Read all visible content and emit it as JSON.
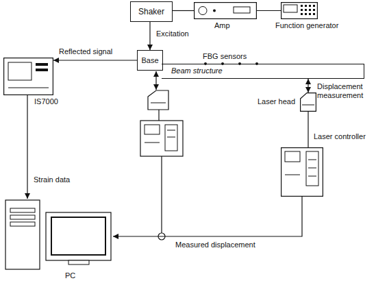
{
  "diagram": {
    "nodes": [
      {
        "text": [
          "Shaker"
        ]
      },
      {
        "text": [
          "Amp"
        ]
      },
      {
        "text": [
          "Function generator"
        ]
      },
      {
        "text": [
          "Base"
        ]
      },
      {
        "text": [
          "FBG sensors",
          "Beam structure"
        ]
      },
      {
        "text": [
          "IS7000"
        ]
      },
      {
        "text": [
          "Laser head"
        ]
      },
      {
        "text": [
          "Laser controller"
        ]
      },
      {
        "text": [
          "PC"
        ]
      }
    ],
    "edges": [
      {
        "from": 2,
        "to": 1,
        "arrow": "none"
      },
      {
        "from": 1,
        "to": 0,
        "arrow": "none"
      },
      {
        "from": 0,
        "to": 3,
        "arrow": "to",
        "label": "Excitation"
      },
      {
        "from": 3,
        "to": 5,
        "arrow": "to",
        "label": "Reflected signal"
      },
      {
        "from": 5,
        "to": 8,
        "arrow": "to",
        "label": "Strain data"
      },
      {
        "from": 4,
        "to": 6,
        "arrow": "both",
        "label": "Displacement measurement"
      },
      {
        "from": 6,
        "to": 7,
        "arrow": "none"
      },
      {
        "from": 7,
        "to": 8,
        "arrow": "to",
        "label": "Measured displacement"
      }
    ]
  }
}
